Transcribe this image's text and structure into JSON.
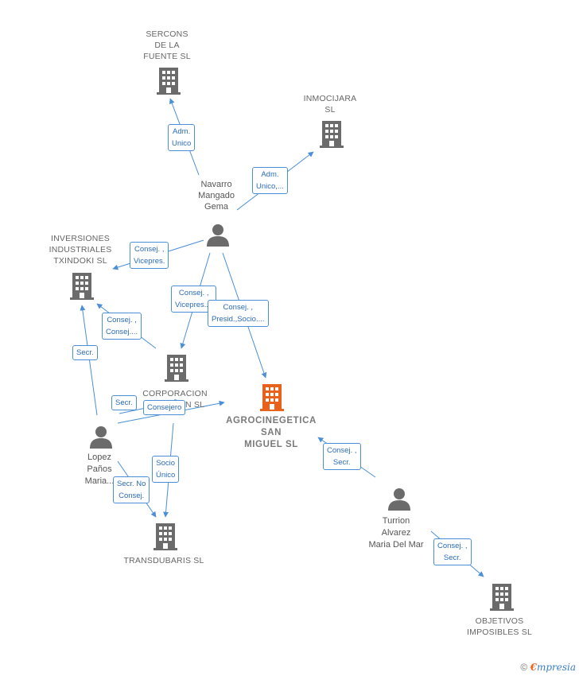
{
  "colors": {
    "edge": "#4a8fd8",
    "icon_gray": "#6b6b6b",
    "icon_main": "#e8621c"
  },
  "nodes": {
    "sercons": {
      "label": "SERCONS\nDE LA\nFUENTE SL",
      "type": "company"
    },
    "inmocijara": {
      "label": "INMOCIJARA\nSL",
      "type": "company"
    },
    "navarro": {
      "label": "Navarro\nMangado\nGema",
      "type": "person"
    },
    "inversiones": {
      "label": "INVERSIONES\nINDUSTRIALES\nTXINDOKI  SL",
      "type": "company"
    },
    "corporacion": {
      "label": "CORPORACION\nARISTRAIN SL",
      "type": "company"
    },
    "agrocinegetica": {
      "label": "AGROCINEGETICA\nSAN\nMIGUEL  SL",
      "type": "main-company"
    },
    "lopez": {
      "label": "Lopez\nPaños\nMaria...",
      "type": "person"
    },
    "transdubaris": {
      "label": "TRANSDUBARIS SL",
      "type": "company"
    },
    "turrion": {
      "label": "Turrion\nAlvarez\nMaria Del Mar",
      "type": "person"
    },
    "objetivos": {
      "label": "OBJETIVOS\nIMPOSIBLES SL",
      "type": "company"
    }
  },
  "relations": {
    "navarro_sercons": "Adm.\nUnico",
    "navarro_inmocijara": "Adm.\nUnico,...",
    "navarro_inversiones": "Consej. ,\nVicepres.",
    "navarro_corporacion": "Consej. ,\nVicepres....",
    "navarro_agro": "Consej. ,\nPresid.,Socio....",
    "corporacion_inversiones": "Consej. ,\nConsej....",
    "lopez_inversiones": "Secr.",
    "lopez_corporacion": "Secr.",
    "lopez_agro": "Consejero",
    "corporacion_transdubaris": "Socio\nÚnico",
    "lopez_transdubaris": "Secr.  No\nConsej.",
    "turrion_agro": "Consej. ,\nSecr.",
    "turrion_objetivos": "Consej. ,\nSecr."
  },
  "footer": {
    "copyright": "©",
    "brand_e": "€",
    "brand_rest": "mpresia"
  }
}
